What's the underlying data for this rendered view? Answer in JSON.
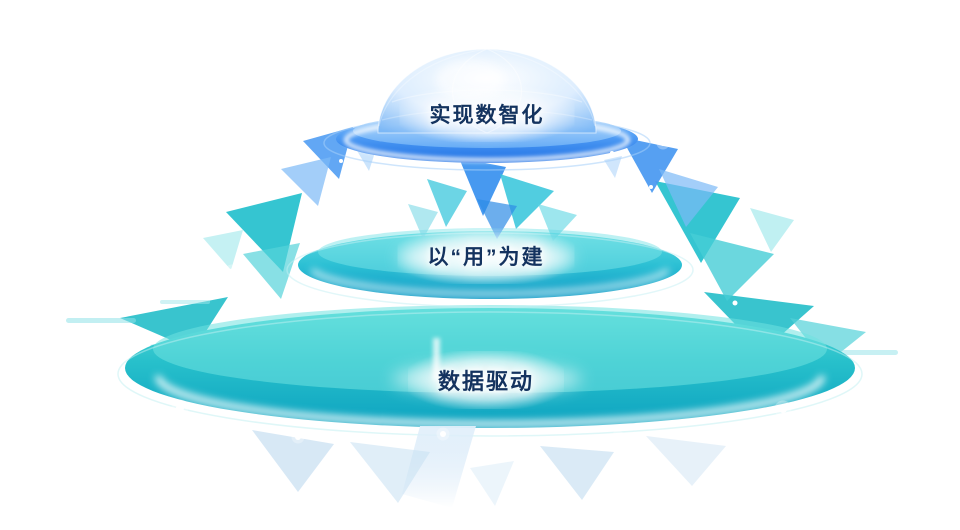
{
  "page": {
    "background": "#ffffff"
  },
  "diagram": {
    "type": "three-tier-platform-pyramid",
    "tiers": [
      {
        "id": "top",
        "label": "实现数智化",
        "shape": "glowing dome on elliptical platform",
        "color": "#2e7ff0"
      },
      {
        "id": "middle",
        "label": "以“用”为建",
        "shape": "elliptical platform",
        "color": "#2cc0d4"
      },
      {
        "id": "bottom",
        "label": "数据驱动",
        "shape": "elliptical platform (largest)",
        "color": "#1cb6c6"
      }
    ],
    "palette": {
      "blue": "#2e7ff0",
      "light_blue": "#8ec6fa",
      "teal": "#2cc3ce",
      "deep_teal": "#0da2c0",
      "glow_white": "#ffffff",
      "label_text": "#14335f",
      "under_shard_blue": "#c5ddef"
    }
  }
}
